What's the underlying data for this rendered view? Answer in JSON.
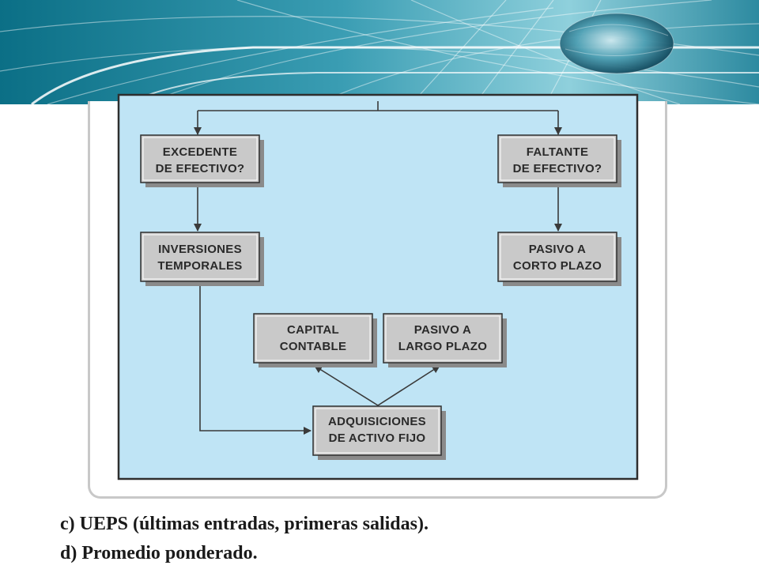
{
  "colors": {
    "banner_dark": "#0a6a80",
    "banner_light": "#6fc0cf",
    "panel_bg": "#bfe4f5",
    "box_fill": "#c9c9c9",
    "box_shadow": "#8a8a8a",
    "line": "#3a3a3a"
  },
  "diagram": {
    "nodes": {
      "excedente": [
        "EXCEDENTE",
        "DE EFECTIVO?"
      ],
      "faltante": [
        "FALTANTE",
        "DE EFECTIVO?"
      ],
      "inversiones": [
        "INVERSIONES",
        "TEMPORALES"
      ],
      "pasivo_corto": [
        "PASIVO A",
        "CORTO PLAZO"
      ],
      "capital": [
        "CAPITAL",
        "CONTABLE"
      ],
      "pasivo_largo": [
        "PASIVO A",
        "LARGO PLAZO"
      ],
      "adquisiciones": [
        "ADQUISICIONES",
        "DE ACTIVO FIJO"
      ]
    }
  },
  "notes": {
    "line_c": "c) UEPS (últimas entradas, primeras salidas).",
    "line_d": "d) Promedio ponderado."
  }
}
